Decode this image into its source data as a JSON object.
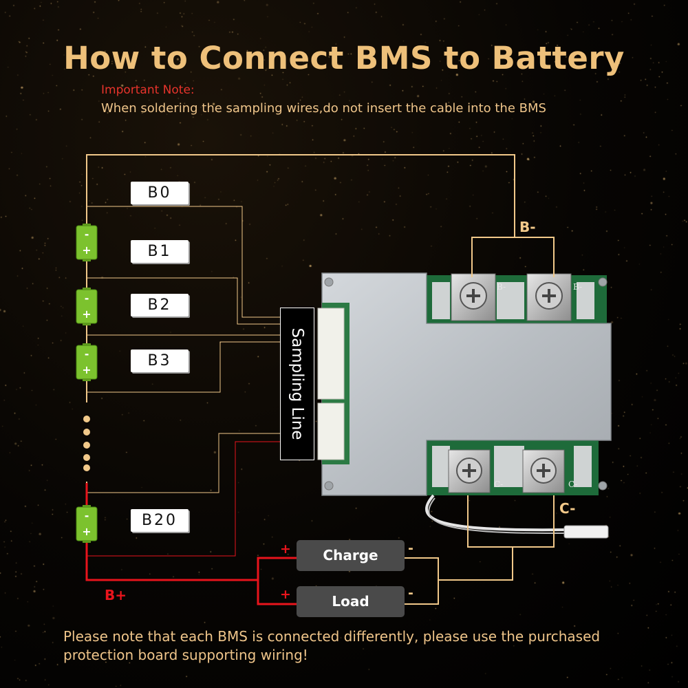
{
  "title": "How to Connect BMS to Battery",
  "note": {
    "label": "Important Note:",
    "text": "When soldering the sampling wires,do not insert the cable into the BMS"
  },
  "labels": {
    "b0": "B0",
    "b1": "B1",
    "b2": "B2",
    "b3": "B3",
    "b20": "B20",
    "sampling": "Sampling Line",
    "b_minus": "B-",
    "c_minus": "C-",
    "b_plus": "B+",
    "pad_b_minus": "B-",
    "pad_c_minus": "C-"
  },
  "buttons": {
    "charge": "Charge",
    "load": "Load",
    "plus_sign": "+",
    "minus_sign": "-"
  },
  "footer": "Please note that each BMS is connected differently, please use the purchased protection board supporting wiring!",
  "colors": {
    "title": "#eec07a",
    "note_label": "#e8342c",
    "wire_tan": "#f2c98a",
    "wire_red": "#e8141c",
    "battery_green": "#7cc22e"
  }
}
